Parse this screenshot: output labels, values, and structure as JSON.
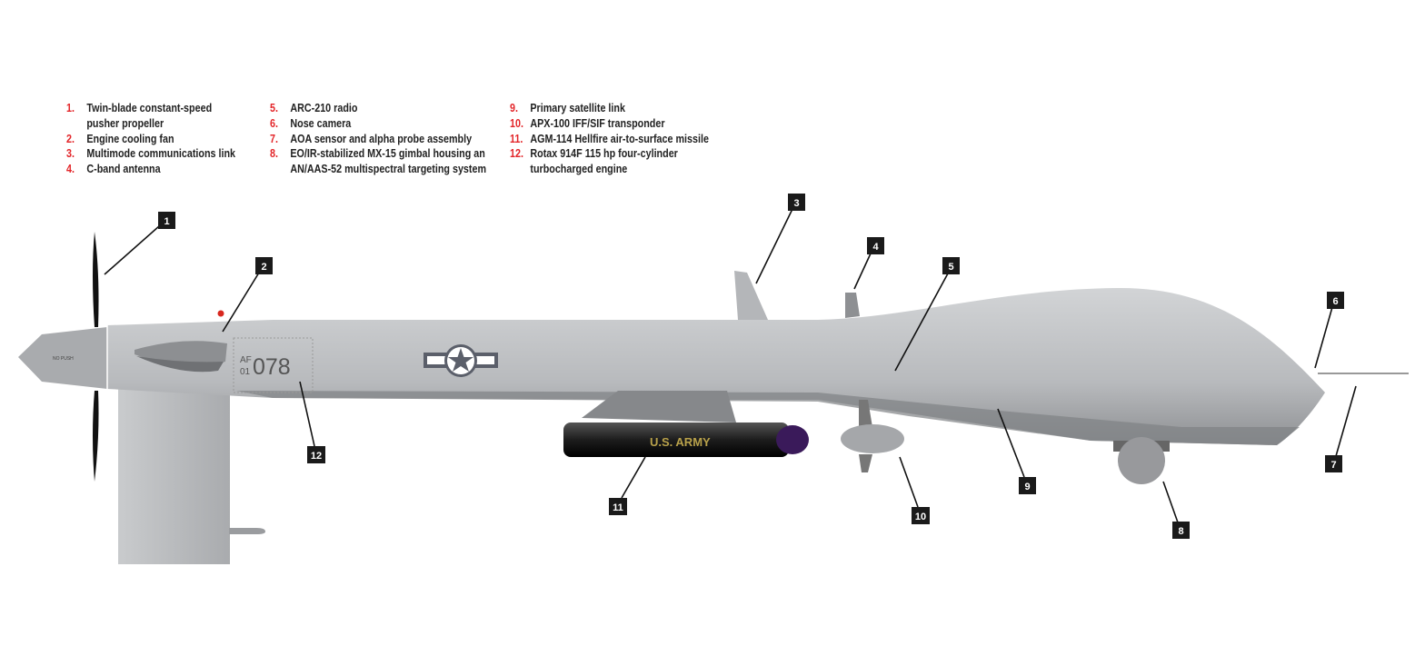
{
  "legend": [
    {
      "num": "1.",
      "text": "Twin-blade constant-speed pusher propeller"
    },
    {
      "num": "2.",
      "text": "Engine cooling fan"
    },
    {
      "num": "3.",
      "text": "Multimode communications link"
    },
    {
      "num": "4.",
      "text": "C-band antenna"
    },
    {
      "num": "5.",
      "text": "ARC-210 radio"
    },
    {
      "num": "6.",
      "text": "Nose camera"
    },
    {
      "num": "7.",
      "text": "AOA sensor and alpha probe assembly"
    },
    {
      "num": "8.",
      "text": "EO/IR-stabilized MX-15 gimbal housing an AN/AAS-52 multispectral targeting system"
    },
    {
      "num": "9.",
      "text": "Primary satellite link"
    },
    {
      "num": "10.",
      "text": "APX-100 IFF/SIF transponder"
    },
    {
      "num": "11.",
      "text": "AGM-114 Hellfire air-to-surface missile"
    },
    {
      "num": "12.",
      "text": "Rotax 914F 115 hp four-cylinder turbocharged engine"
    }
  ],
  "callouts": [
    "1",
    "2",
    "3",
    "4",
    "5",
    "6",
    "7",
    "8",
    "9",
    "10",
    "11",
    "12"
  ],
  "markings": {
    "tail_prefix_top": "AF",
    "tail_prefix_bottom": "01",
    "tail_number": "078",
    "missile_text": "U.S. ARMY",
    "spinner_text": "NO PUSH"
  },
  "colors": {
    "legend_number": "#e3262a",
    "airframe": "#b9bbbe",
    "callout_box": "#1a1a1a"
  }
}
